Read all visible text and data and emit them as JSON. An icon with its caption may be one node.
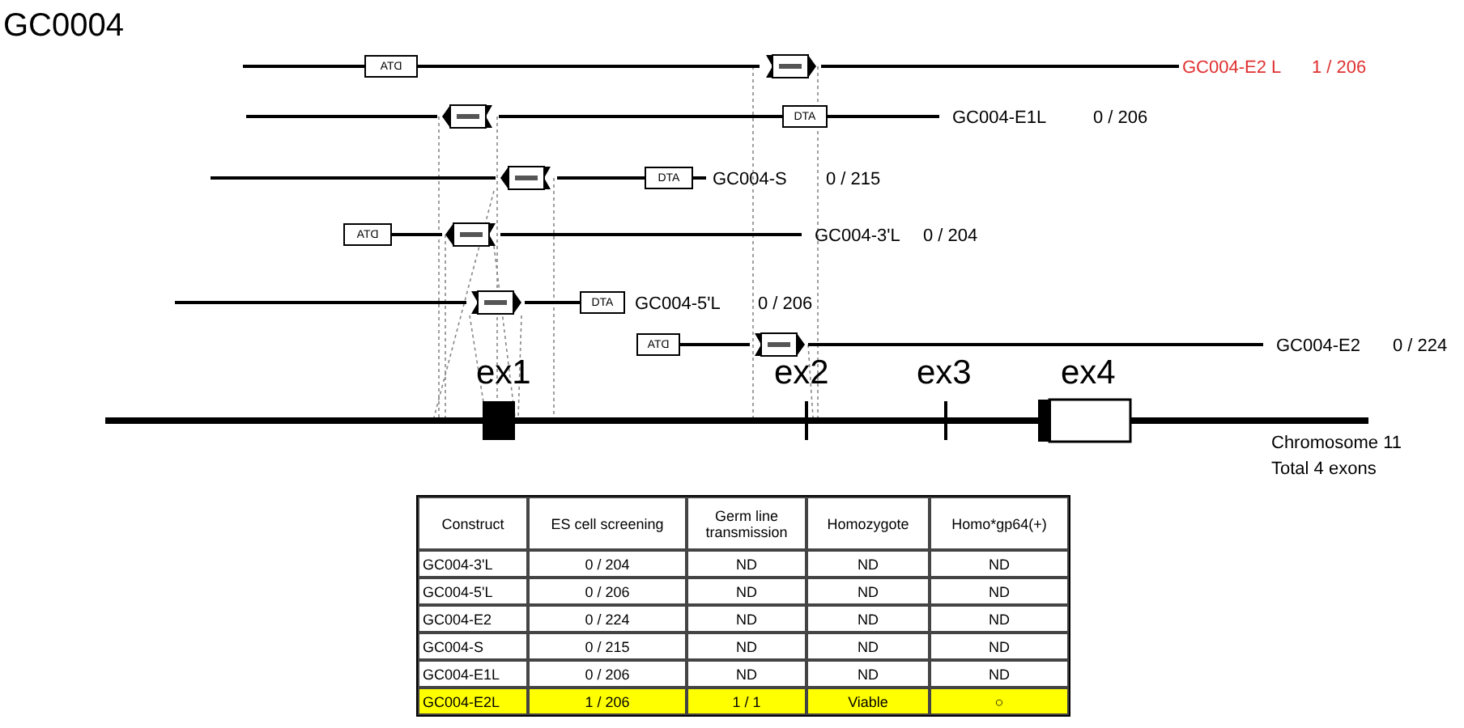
{
  "diagram": {
    "title": "GC0004",
    "nodes": [
      {
        "text": [
          "DTA"
        ]
      },
      {
        "text": [],
        "shape": "box"
      },
      {
        "text": [],
        "shape": "box"
      },
      {
        "text": [
          "DTA"
        ]
      },
      {
        "text": [],
        "shape": "box"
      },
      {
        "text": [
          "DTA"
        ]
      },
      {
        "text": [
          "DTA"
        ]
      },
      {
        "text": [],
        "shape": "box"
      },
      {
        "text": [],
        "shape": "box"
      },
      {
        "text": [
          "DTA"
        ]
      },
      {
        "text": [
          "DTA"
        ]
      },
      {
        "text": [],
        "shape": "box"
      }
    ],
    "edges": [
      {
        "from": 0,
        "to": 1,
        "arrow": "none"
      },
      {
        "from": 2,
        "to": 3,
        "arrow": "none"
      },
      {
        "from": 4,
        "to": 5,
        "arrow": "none"
      },
      {
        "from": 6,
        "to": 7,
        "arrow": "none"
      },
      {
        "from": 8,
        "to": 9,
        "arrow": "none"
      },
      {
        "from": 10,
        "to": 11,
        "arrow": "none"
      }
    ],
    "labels": [
      "GC004-E2 L",
      "1 / 206",
      "GC004-E1L",
      "0 / 206",
      "GC004-S",
      "0 / 215",
      "GC004-3'L",
      "0 / 204",
      "GC004-5'L",
      "0 / 206",
      "GC004-E2",
      "0 / 224",
      "ex1",
      "ex2",
      "ex3",
      "ex4",
      "Chromosome 11",
      "Total 4 exons",
      "Construct",
      "ES cell screening",
      "Germ line transmission",
      "Homozygote",
      "Homo*gp64(+)",
      "GC004-3'L",
      "0 / 204",
      "ND",
      "ND",
      "ND",
      "GC004-5'L",
      "0 / 206",
      "ND",
      "ND",
      "ND",
      "GC004-E2",
      "0 / 224",
      "ND",
      "ND",
      "ND",
      "GC004-S",
      "0 / 215",
      "ND",
      "ND",
      "ND",
      "GC004-E1L",
      "0 / 206",
      "ND",
      "ND",
      "ND",
      "GC004-E2L",
      "1 / 206",
      "1 / 1",
      "Viable",
      "○"
    ]
  }
}
